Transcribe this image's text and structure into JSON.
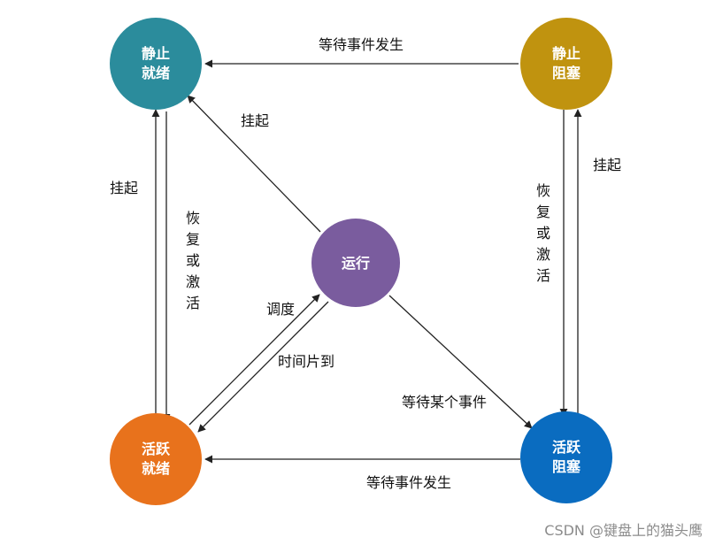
{
  "nodes": {
    "static_ready": {
      "line1": "静止",
      "line2": "就绪",
      "color": "#2b8c9c"
    },
    "static_blocked": {
      "line1": "静止",
      "line2": "阻塞",
      "color": "#c0930f"
    },
    "running": {
      "line1": "运行",
      "color": "#7a5c9e"
    },
    "active_ready": {
      "line1": "活跃",
      "line2": "就绪",
      "color": "#e8721c"
    },
    "active_blocked": {
      "line1": "活跃",
      "line2": "阻塞",
      "color": "#0a6cc0"
    }
  },
  "edges": {
    "top_event_occurs": "等待事件发生",
    "bottom_event_occurs": "等待事件发生",
    "running_suspend": "挂起",
    "left_suspend": "挂起",
    "left_resume": [
      "恢",
      "复",
      "或",
      "激",
      "活"
    ],
    "right_resume": [
      "恢",
      "复",
      "或",
      "激",
      "活"
    ],
    "right_suspend": "挂起",
    "dispatch": "调度",
    "timeslice": "时间片到",
    "wait_event": "等待某个事件"
  },
  "watermark": "CSDN @键盘上的猫头鹰"
}
